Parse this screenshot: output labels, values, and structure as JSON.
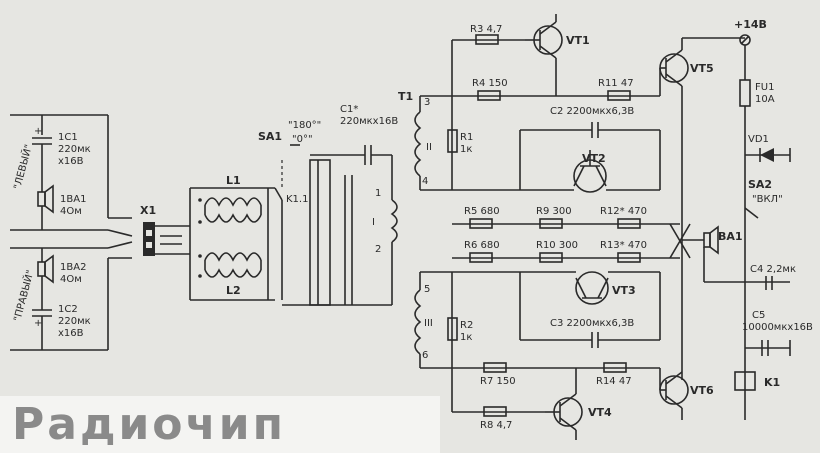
{
  "watermark": "Радиочип",
  "labels": {
    "c1_left": "1C1",
    "c1_left_val1": "220мк",
    "c1_left_val2": "x16B",
    "ch_left": "\"ЛЕВЫЙ\"",
    "ba1": "1BA1",
    "ba1_val": "4Ом",
    "ba2": "1BA2",
    "ba2_val": "4Ом",
    "ch_right": "\"ПРАВЫЙ\"",
    "c2_left": "1C2",
    "c2_left_val1": "220мк",
    "c2_left_val2": "x16B",
    "x1": "X1",
    "l1": "L1",
    "l2": "L2",
    "sa1": "SA1",
    "sa1_pos": "\"180°\"",
    "sa1_pos2": "\"0°\"",
    "k11": "K1.1",
    "c1": "C1*",
    "c1_val": "220мкx16B",
    "w1": "1",
    "w1_num": "I",
    "w2": "2",
    "t1": "T1",
    "t1_3": "3",
    "t1_ii": "II",
    "t1_4": "4",
    "t1_5": "5",
    "t1_iii": "III",
    "t1_6": "6",
    "r1": "R1",
    "r1_val": "1к",
    "r2": "R2",
    "r2_val": "1к",
    "r3": "R3 4,7",
    "r4": "R4 150",
    "r5": "R5 680",
    "r6": "R6 680",
    "r7": "R7 150",
    "r8": "R8 4,7",
    "r9": "R9 300",
    "r10": "R10 300",
    "r11": "R11 47",
    "r12": "R12* 470",
    "r13": "R13* 470",
    "r14": "R14 47",
    "c2": "C2 2200мкx6,3B",
    "c3": "C3 2200мкx6,3B",
    "vt1": "VT1",
    "vt2": "VT2",
    "vt3": "VT3",
    "vt4": "VT4",
    "vt5": "VT5",
    "vt6": "VT6",
    "ba1_out": "BA1",
    "supply": "+14B",
    "fu1": "FU1",
    "fu1_val": "10A",
    "vd1": "VD1",
    "sa2": "SA2",
    "sa2_val": "\"ВКЛ\"",
    "c4": "C4 2,2мк",
    "c5": "C5",
    "c5_val": "10000мкx16B",
    "k1": "K1"
  }
}
